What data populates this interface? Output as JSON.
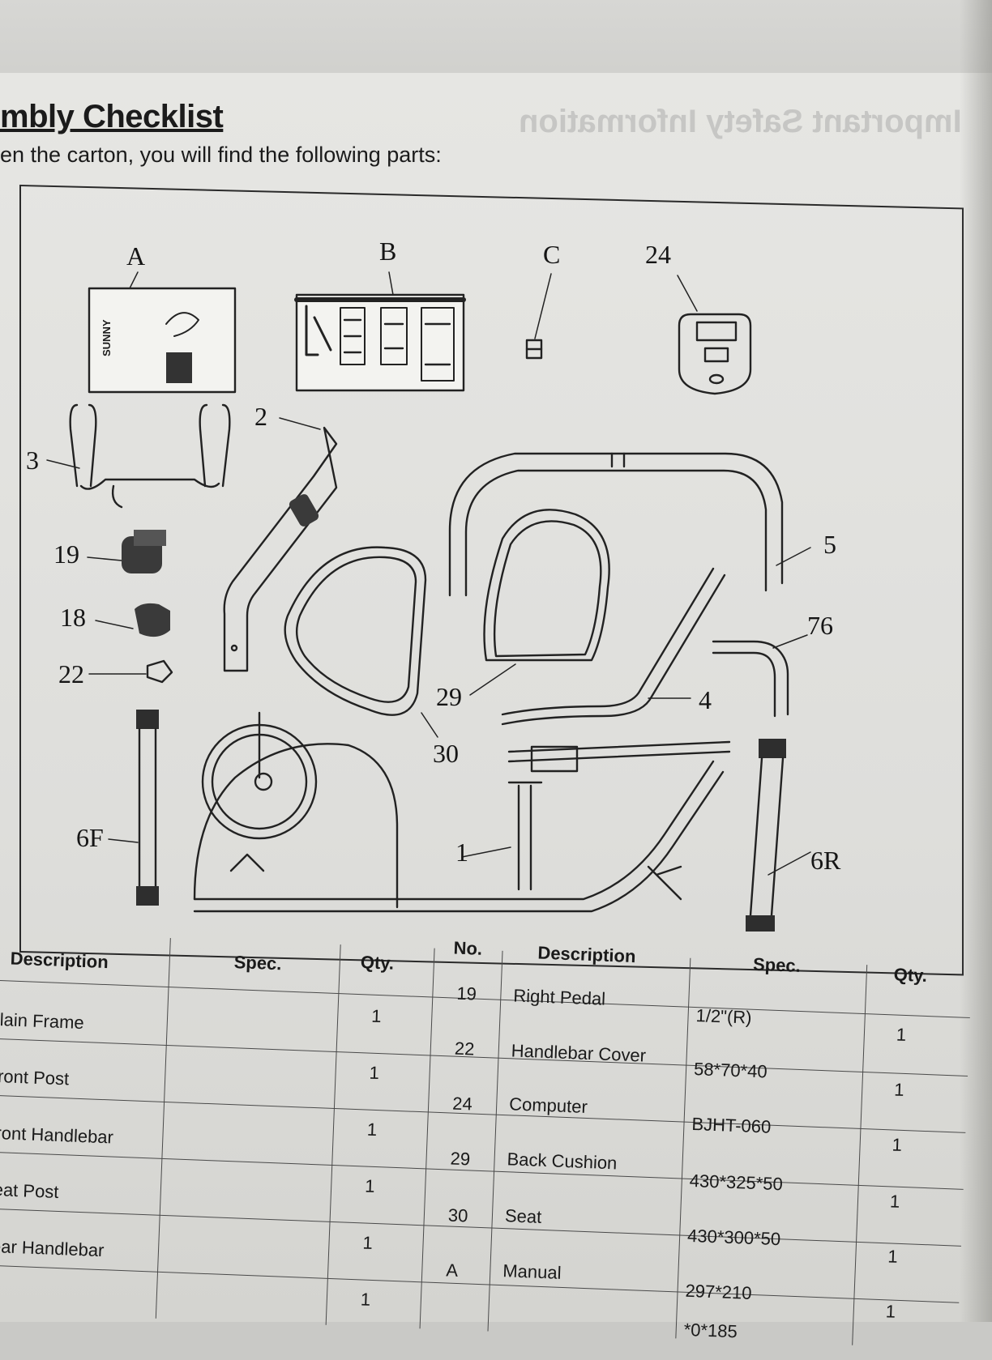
{
  "header": {
    "title": "mbly Checklist",
    "subtitle": "en the carton, you will find the following parts:",
    "ghost_title": "Important Safety Information"
  },
  "diagram": {
    "labels": [
      "A",
      "B",
      "C",
      "24",
      "2",
      "3",
      "19",
      "18",
      "22",
      "6F",
      "29",
      "30",
      "1",
      "4",
      "5",
      "76",
      "6R"
    ],
    "manual_brand": "SUNNY"
  },
  "table": {
    "left": {
      "headers": [
        "Description",
        "Spec.",
        "Qty."
      ],
      "rows": [
        {
          "description": "lain Frame",
          "spec": "",
          "qty": "1"
        },
        {
          "description": "ront Post",
          "spec": "",
          "qty": "1"
        },
        {
          "description": "ront Handlebar",
          "spec": "",
          "qty": "1"
        },
        {
          "description": "eat Post",
          "spec": "",
          "qty": "1"
        },
        {
          "description": "ear Handlebar",
          "spec": "",
          "qty": "1"
        }
      ],
      "partial_qty": "1"
    },
    "right": {
      "headers": [
        "No.",
        "Description",
        "Spec.",
        "Qty."
      ],
      "rows": [
        {
          "no": "19",
          "description": "Right Pedal",
          "spec": "1/2\"(R)",
          "qty": "1"
        },
        {
          "no": "22",
          "description": "Handlebar Cover",
          "spec": "58*70*40",
          "qty": "1"
        },
        {
          "no": "24",
          "description": "Computer",
          "spec": "BJHT-060",
          "qty": "1"
        },
        {
          "no": "29",
          "description": "Back Cushion",
          "spec": "430*325*50",
          "qty": "1"
        },
        {
          "no": "30",
          "description": "Seat",
          "spec": "430*300*50",
          "qty": "1"
        },
        {
          "no": "A",
          "description": "Manual",
          "spec": "297*210",
          "qty": "1"
        }
      ],
      "partial_spec": "*0*185"
    }
  }
}
